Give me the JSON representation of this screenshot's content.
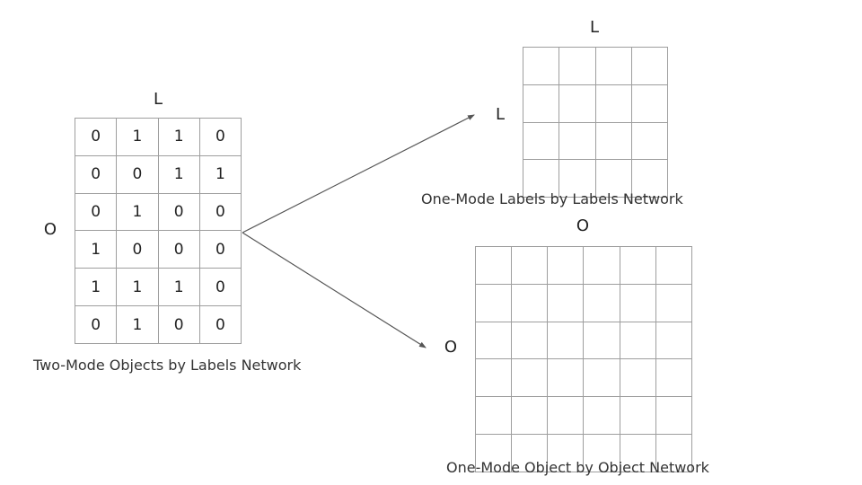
{
  "two_mode": {
    "col_label": "L",
    "row_label": "O",
    "caption": "Two-Mode Objects by Labels Network",
    "matrix": [
      [
        "0",
        "1",
        "1",
        "0"
      ],
      [
        "0",
        "0",
        "1",
        "1"
      ],
      [
        "0",
        "1",
        "0",
        "0"
      ],
      [
        "1",
        "0",
        "0",
        "0"
      ],
      [
        "1",
        "1",
        "1",
        "0"
      ],
      [
        "0",
        "1",
        "0",
        "0"
      ]
    ]
  },
  "labels_by_labels": {
    "col_label": "L",
    "row_label": "L",
    "caption": "One-Mode Labels by Labels Network",
    "rows": 4,
    "cols": 4
  },
  "object_by_object": {
    "col_label": "O",
    "row_label": "O",
    "caption": "One-Mode Object by Object Network",
    "rows": 6,
    "cols": 6
  },
  "colors": {
    "grid_line": "#9e9e9e",
    "arrow": "#555555",
    "text": "#222222"
  }
}
